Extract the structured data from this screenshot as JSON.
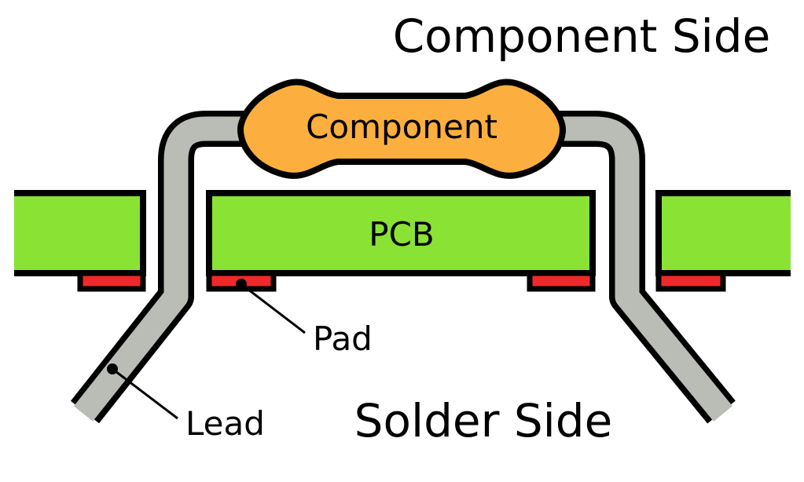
{
  "diagram": {
    "title_top": "Component Side",
    "title_bottom": "Solder Side",
    "component_label": "Component",
    "pcb_label": "PCB",
    "pad_label": "Pad",
    "lead_label": "Lead"
  },
  "colors": {
    "pcb": "#8ae234",
    "pad": "#ef2929",
    "component": "#fcaf3e",
    "lead": "#babdb6",
    "outline": "#000000",
    "background": "#ffffff"
  }
}
